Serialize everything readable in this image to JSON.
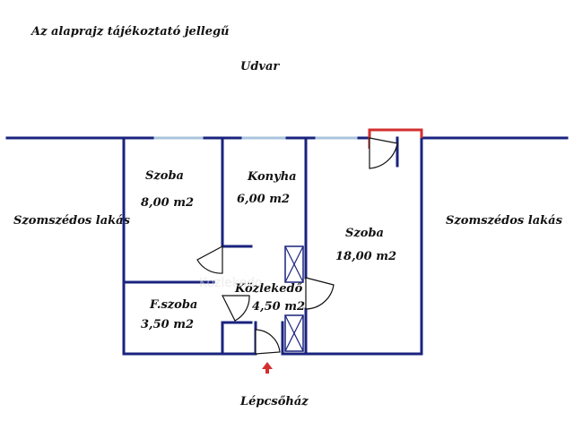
{
  "disclaimer": "Az alaprajz tájékoztató jellegű",
  "labels": {
    "courtyard": "Udvar",
    "stairwell": "Lépcsőház",
    "neighbor_left": "Szomszédos lakás",
    "neighbor_right": "Szomszédos lakás",
    "watermark": "Kozlekedo"
  },
  "rooms": [
    {
      "name": "Szoba",
      "area": "8,00 m2"
    },
    {
      "name": "Konyha",
      "area": "6,00 m2"
    },
    {
      "name": "Szoba",
      "area": "18,00 m2"
    },
    {
      "name": "F.szoba",
      "area": "3,50 m2"
    },
    {
      "name": "Közlekedő",
      "area": "4,50 m2"
    }
  ],
  "colors": {
    "wall": "#1a237e",
    "window": "#aac4de",
    "entry_marker": "#d32f2f"
  }
}
